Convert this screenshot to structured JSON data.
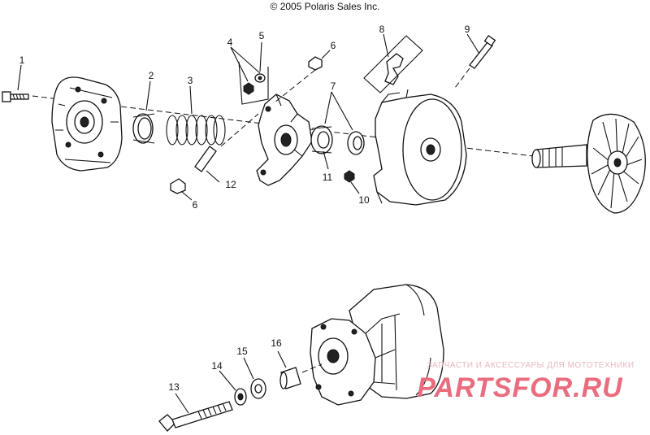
{
  "copyright": "© 2005 Polaris Sales Inc.",
  "callouts": {
    "c1": "1",
    "c2": "2",
    "c3": "3",
    "c4": "4",
    "c5": "5",
    "c6a": "6",
    "c6b": "6",
    "c7": "7",
    "c8": "8",
    "c9": "9",
    "c10": "10",
    "c11": "11",
    "c12": "12",
    "c13": "13",
    "c14": "14",
    "c15": "15",
    "c16": "16"
  },
  "watermark": {
    "tagline": "ЗАПЧАСТИ И АКСЕССУАРЫ ДЛЯ МОТОТЕХНИКИ",
    "logo": "PARTSFOR.RU",
    "color": "#e96d7e"
  }
}
